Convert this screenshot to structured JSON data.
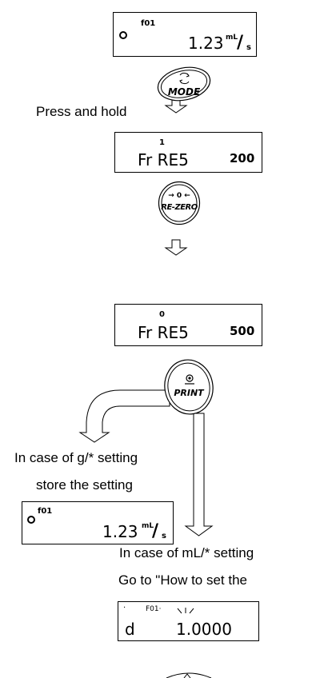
{
  "display1": {
    "code": "f01",
    "value": "1.23",
    "unit_top": "mL",
    "unit_slash": "/",
    "unit_bottom": "s"
  },
  "mode_button": {
    "label": "MODE"
  },
  "press_hold_text": "Press and hold",
  "display2": {
    "index": "1",
    "name": "Fr RE5",
    "value": "200"
  },
  "rezero_button": {
    "symbol": "→ 0 ←",
    "label": "RE-ZERO"
  },
  "display3": {
    "index": "0",
    "name": "Fr RE5",
    "value": "500"
  },
  "print_button": {
    "label": "PRINT"
  },
  "case_g_text": "In case of   g/* setting",
  "store_text": "store the setting",
  "display4": {
    "code": "f01",
    "value": "1.23",
    "unit_top": "mL",
    "unit_slash": "/",
    "unit_bottom": "s"
  },
  "case_ml_text": "In case of mL/* setting",
  "goto_text": "Go to \"How to set the",
  "display5": {
    "dot": "·",
    "code": "F01·",
    "left": "d",
    "value": "1.0000"
  }
}
